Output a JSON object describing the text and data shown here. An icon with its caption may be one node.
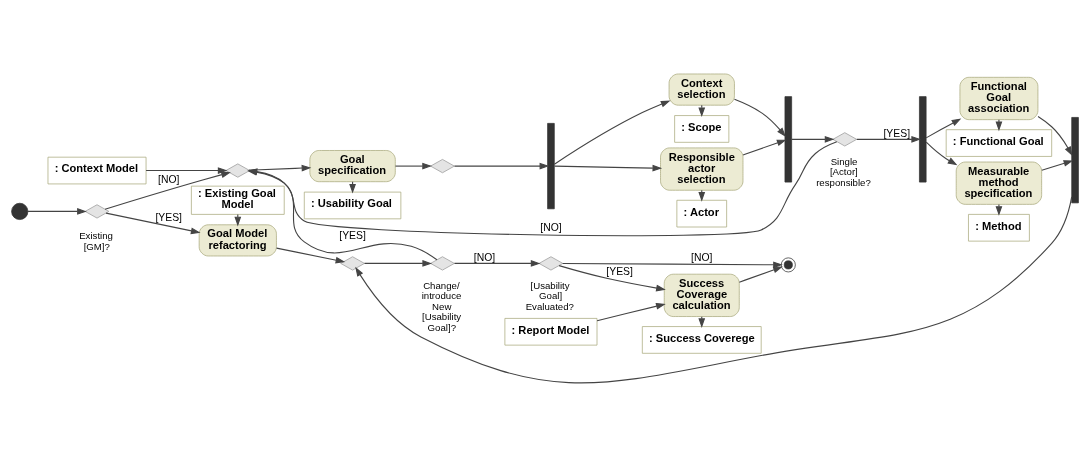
{
  "diagram": {
    "nodes": [
      {
        "text": [
          ": Context Model"
        ]
      },
      {
        "text": [
          ": Usability Goal"
        ]
      },
      {
        "text": [
          ": Scope"
        ]
      },
      {
        "text": [
          ": Functional Goal"
        ]
      },
      {
        "text": [],
        "shape": "circle"
      },
      {
        "text": [],
        "shape": "diamond",
        "beside": [
          "Existing [GM]?"
        ]
      },
      {
        "text": [],
        "shape": "diamond"
      },
      {
        "text": [
          "Goal specification"
        ]
      },
      {
        "text": [],
        "shape": "diamond"
      },
      {
        "text": [],
        "shape": "bar"
      },
      {
        "text": [
          "Context selection"
        ]
      },
      {
        "text": [
          "Responsible actor selection"
        ]
      },
      {
        "text": [],
        "shape": "bar"
      },
      {
        "text": [],
        "shape": "diamond",
        "beside": [
          "Single [Actor] responsible?"
        ]
      },
      {
        "text": [],
        "shape": "bar"
      },
      {
        "text": [
          "Functional Goal association"
        ]
      },
      {
        "text": [
          "Measurable method specification"
        ]
      },
      {
        "text": [],
        "shape": "bar"
      },
      {
        "text": [],
        "shape": "diamond",
        "beside": [
          "Change/ introduce New [Usability Goal]?"
        ]
      },
      {
        "text": [
          ": Actor"
        ]
      },
      {
        "text": [
          ": Method"
        ]
      },
      {
        "text": [],
        "shape": "diamond",
        "beside": [
          "[Usability Goal] Evaluated?"
        ]
      },
      {
        "text": [],
        "shape": "bullseye"
      },
      {
        "text": [
          "Goal Model refactoring"
        ]
      },
      {
        "text": [],
        "shape": "diamond"
      },
      {
        "text": [
          "Success Coverage calculation"
        ]
      },
      {
        "text": [
          ": Existing Goal Model"
        ]
      },
      {
        "text": [
          ": Report Model"
        ]
      },
      {
        "text": [
          ": Success Coverege"
        ]
      }
    ],
    "edges": [
      {
        "from": 4,
        "to": 5,
        "arrow": "to"
      },
      {
        "from": 5,
        "to": 6,
        "arrow": "to",
        "label": "[NO]"
      },
      {
        "from": 5,
        "to": 23,
        "arrow": "to",
        "label": "[YES]"
      },
      {
        "from": 0,
        "to": 6,
        "arrow": "to"
      },
      {
        "from": 7,
        "to": 1,
        "arrow": "to"
      },
      {
        "from": 6,
        "to": 7,
        "arrow": "to"
      },
      {
        "from": 7,
        "to": 8,
        "arrow": "to"
      },
      {
        "from": 8,
        "to": 9,
        "arrow": "to"
      },
      {
        "from": 9,
        "to": 10,
        "arrow": "to"
      },
      {
        "from": 9,
        "to": 11,
        "arrow": "to"
      },
      {
        "from": 10,
        "to": 2,
        "arrow": "to"
      },
      {
        "from": 11,
        "to": 19,
        "arrow": "to"
      },
      {
        "from": 10,
        "to": 12,
        "arrow": "to"
      },
      {
        "from": 11,
        "to": 12,
        "arrow": "to"
      },
      {
        "from": 12,
        "to": 13,
        "arrow": "to"
      },
      {
        "from": 13,
        "to": 14,
        "arrow": "to",
        "label": "[YES]"
      },
      {
        "from": 13,
        "to": 6,
        "arrow": "to",
        "label": "[NO]"
      },
      {
        "from": 14,
        "to": 15,
        "arrow": "to"
      },
      {
        "from": 14,
        "to": 16,
        "arrow": "to"
      },
      {
        "from": 15,
        "to": 3,
        "arrow": "to"
      },
      {
        "from": 16,
        "to": 20,
        "arrow": "to"
      },
      {
        "from": 15,
        "to": 17,
        "arrow": "to"
      },
      {
        "from": 16,
        "to": 17,
        "arrow": "to"
      },
      {
        "from": 17,
        "to": 24,
        "arrow": "to"
      },
      {
        "from": 23,
        "to": 24,
        "arrow": "to"
      },
      {
        "from": 24,
        "to": 18,
        "arrow": "to"
      },
      {
        "from": 18,
        "to": 6,
        "arrow": "to",
        "label": "[YES]"
      },
      {
        "from": 18,
        "to": 21,
        "arrow": "to",
        "label": "[NO]"
      },
      {
        "from": 21,
        "to": 22,
        "arrow": "to",
        "label": "[NO]"
      },
      {
        "from": 21,
        "to": 25,
        "arrow": "to",
        "label": "[YES]"
      },
      {
        "from": 25,
        "to": 22,
        "arrow": "to"
      },
      {
        "from": 25,
        "to": 28,
        "arrow": "to"
      },
      {
        "from": 26,
        "to": 23,
        "arrow": "to"
      },
      {
        "from": 27,
        "to": 25,
        "arrow": "to"
      }
    ]
  }
}
